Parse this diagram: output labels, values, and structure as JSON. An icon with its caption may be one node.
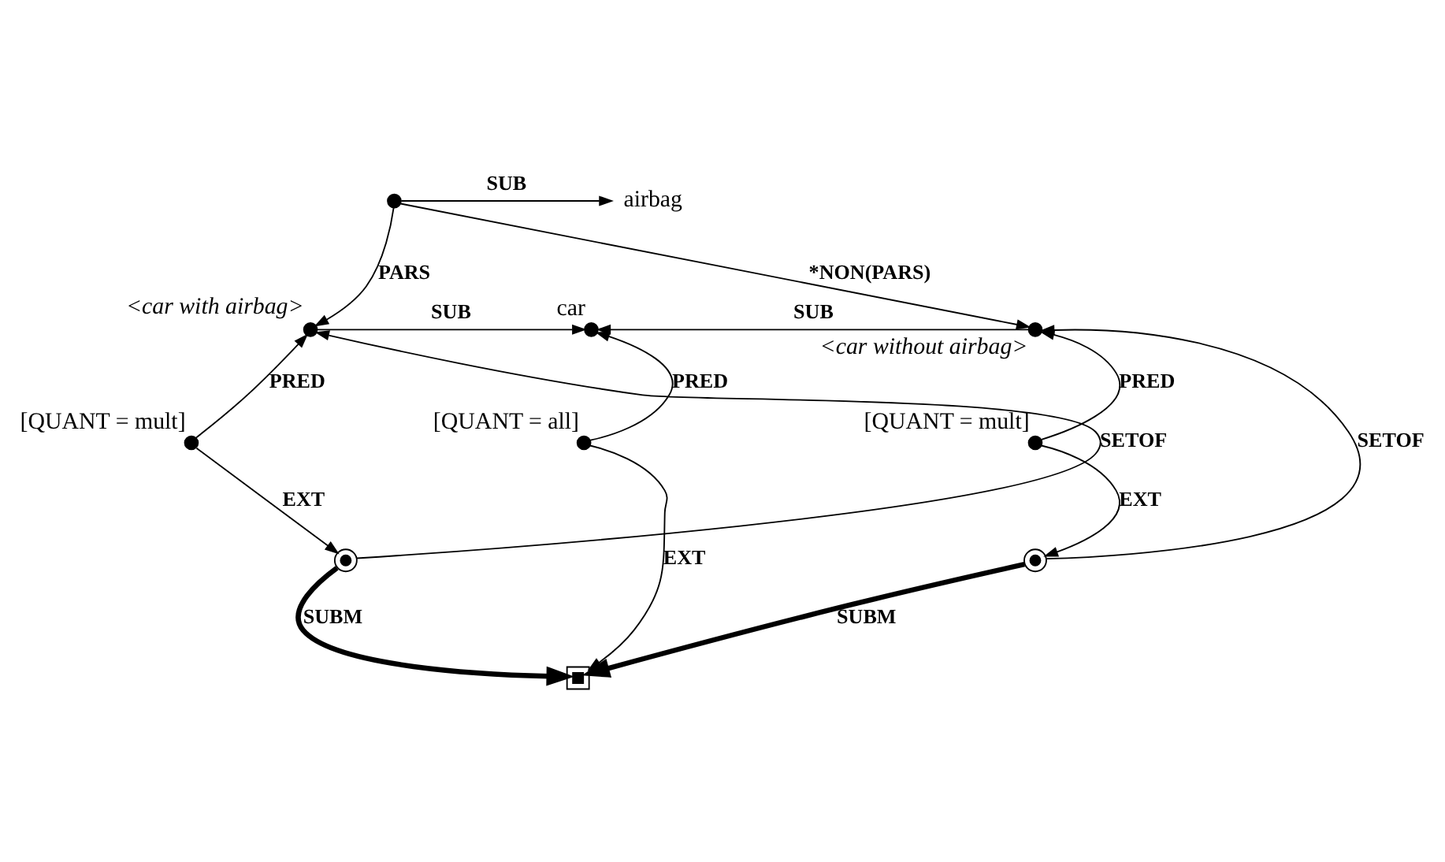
{
  "diagram": {
    "nodes": [
      {
        "text": [],
        "shape": "circle"
      },
      {
        "text": [
          "airbag"
        ]
      },
      {
        "text": [],
        "shape": "circle",
        "beside": [
          "<car with airbag>"
        ]
      },
      {
        "text": [],
        "shape": "circle",
        "beside": [
          "car"
        ]
      },
      {
        "text": [],
        "shape": "circle",
        "beside": [
          "<car without airbag>"
        ]
      },
      {
        "text": [],
        "shape": "circle",
        "beside": [
          "[QUANT = mult]"
        ]
      },
      {
        "text": [],
        "shape": "circle",
        "beside": [
          "[QUANT = all]"
        ]
      },
      {
        "text": [],
        "shape": "circle",
        "beside": [
          "[QUANT = mult]"
        ]
      },
      {
        "text": [],
        "shape": "box"
      },
      {
        "text": [],
        "shape": "circle"
      },
      {
        "text": [],
        "shape": "circle"
      }
    ],
    "edges": [
      {
        "from": 0,
        "to": 1,
        "arrow": "to",
        "label": "SUB"
      },
      {
        "from": 0,
        "to": 2,
        "arrow": "to",
        "label": "PARS"
      },
      {
        "from": 0,
        "to": 4,
        "arrow": "to",
        "label": "*NON(PARS)"
      },
      {
        "from": 2,
        "to": 3,
        "arrow": "to",
        "label": "SUB"
      },
      {
        "from": 4,
        "to": 3,
        "arrow": "to",
        "label": "SUB"
      },
      {
        "from": 5,
        "to": 2,
        "arrow": "to",
        "label": "PRED"
      },
      {
        "from": 6,
        "to": 3,
        "arrow": "to",
        "label": "PRED"
      },
      {
        "from": 7,
        "to": 4,
        "arrow": "to",
        "label": "PRED"
      },
      {
        "from": 5,
        "to": 9,
        "arrow": "to",
        "label": "EXT"
      },
      {
        "from": 6,
        "to": 8,
        "arrow": "to",
        "label": "EXT"
      },
      {
        "from": 7,
        "to": 10,
        "arrow": "to",
        "label": "EXT"
      },
      {
        "from": 9,
        "to": 8,
        "arrow": "to",
        "label": "SUBM",
        "style": "thick"
      },
      {
        "from": 10,
        "to": 8,
        "arrow": "to",
        "label": "SUBM",
        "style": "thick"
      },
      {
        "from": 9,
        "to": 2,
        "arrow": "to",
        "label": "SETOF"
      },
      {
        "from": 10,
        "to": 4,
        "arrow": "to",
        "label": "SETOF"
      }
    ]
  }
}
